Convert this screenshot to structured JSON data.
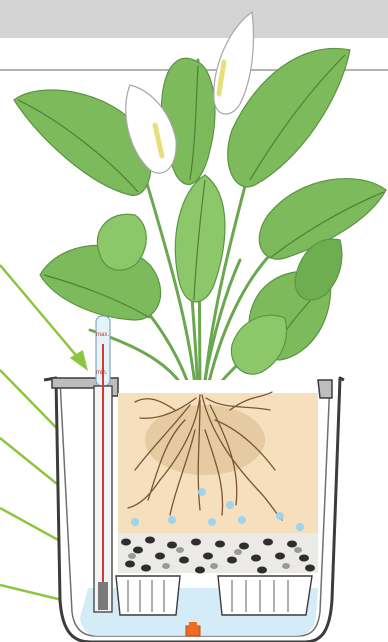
{
  "gauge": {
    "max_label": "max.",
    "min_label": "min."
  },
  "colors": {
    "header_band": "#d4d4d4",
    "leaf": "#7dba5c",
    "leaf_dark": "#5c9442",
    "leaf_vein": "#4e7f37",
    "flower": "#ffffff",
    "spadix": "#e8df7a",
    "soil": "#f5dfbd",
    "roots": "#7a5530",
    "pot_outline": "#3c3c3c",
    "water": "#cde9f7",
    "water_drop": "#9fd4ef",
    "pointer_arrow": "#8cc63f",
    "gauge_red": "#d23b2f",
    "valve_orange": "#f36b21"
  },
  "icons": {
    "plant": "spathiphyllum-plant-illustration",
    "gauge": "water-level-indicator-icon",
    "valve": "drain-valve-icon"
  }
}
